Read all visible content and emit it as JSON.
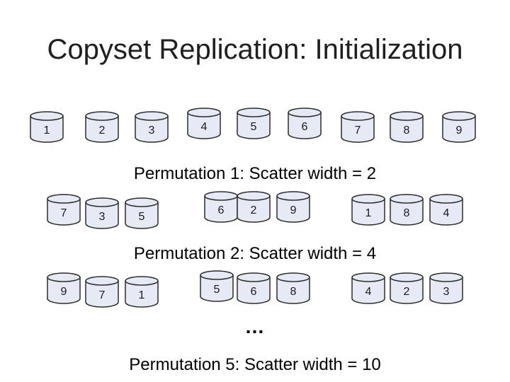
{
  "title": "Copyset Replication: Initialization",
  "rows": [
    {
      "disks": [
        "1",
        "2",
        "3",
        "4",
        "5",
        "6",
        "7",
        "8",
        "9"
      ],
      "caption": "Permutation 1: Scatter width = 2"
    },
    {
      "disks": [
        "7",
        "3",
        "5",
        "6",
        "2",
        "9",
        "1",
        "8",
        "4"
      ],
      "caption": "Permutation 2: Scatter width = 4"
    },
    {
      "disks": [
        "9",
        "7",
        "1",
        "5",
        "6",
        "8",
        "4",
        "2",
        "3"
      ],
      "caption": ""
    }
  ],
  "ellipsis": "…",
  "final_caption": "Permutation 5: Scatter width = 10",
  "colors": {
    "disk_fill": "#e6eaf4",
    "disk_stroke": "#2b2b2b"
  }
}
